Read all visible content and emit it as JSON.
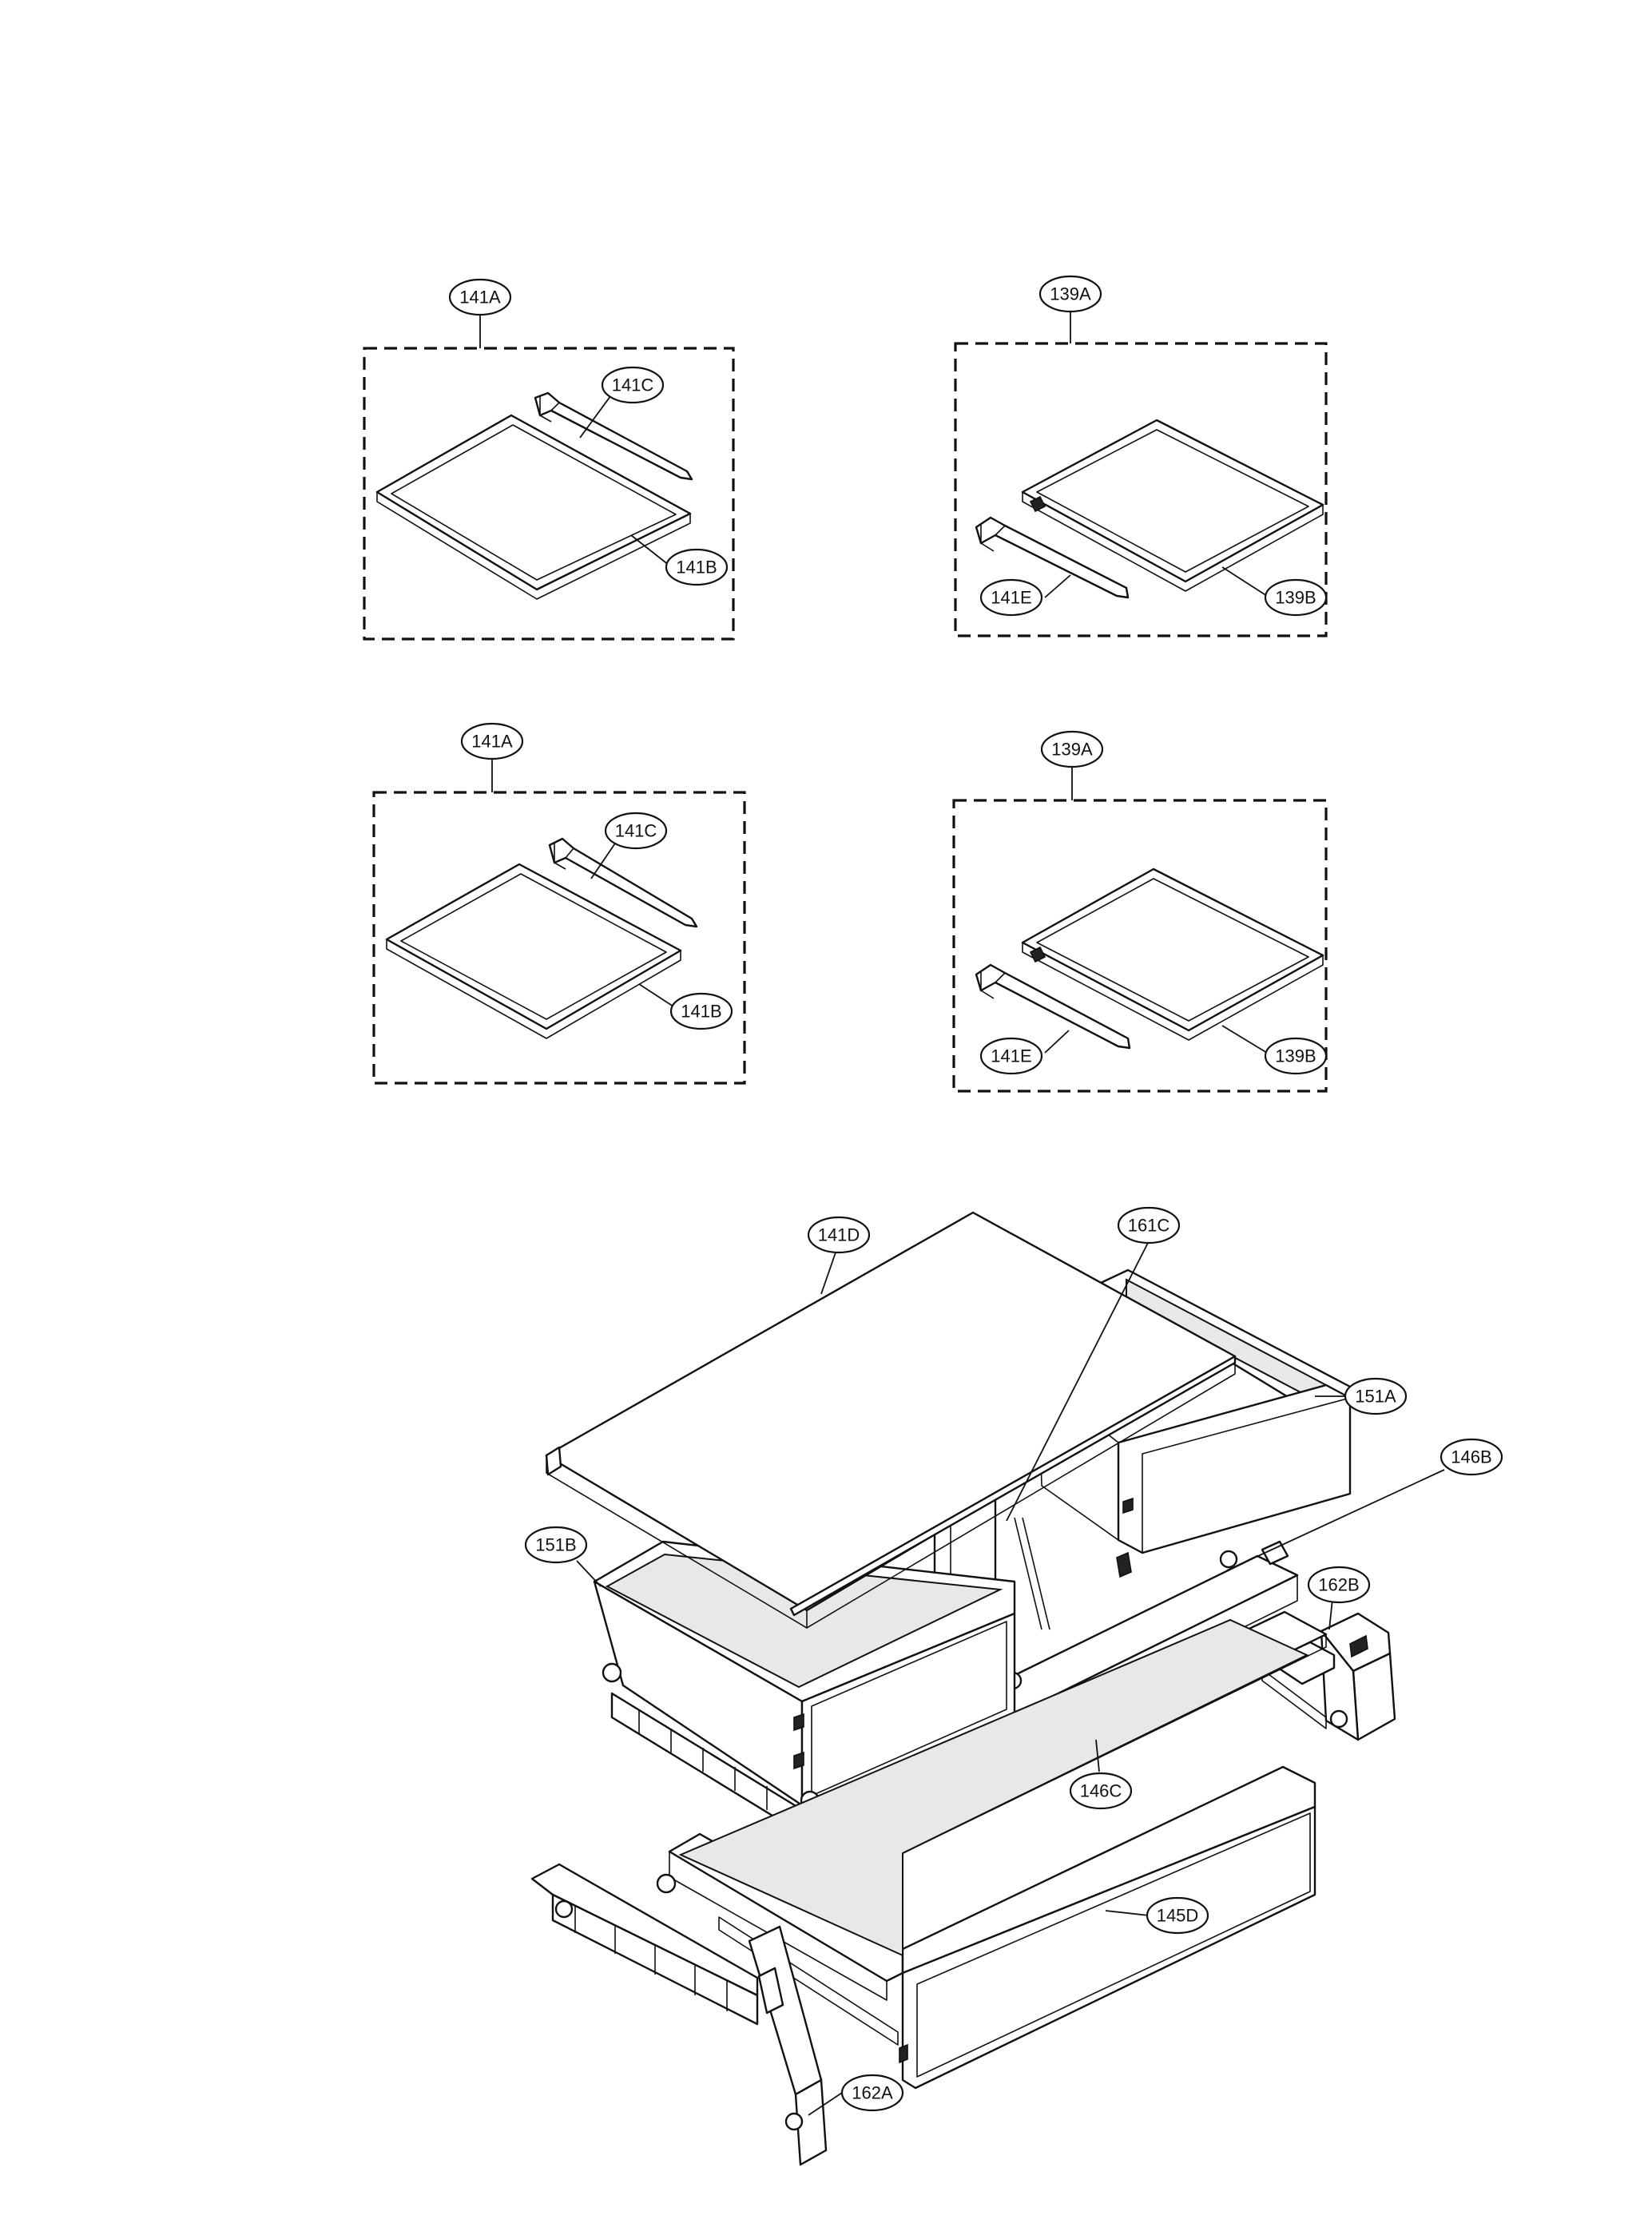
{
  "labels": {
    "g1_assembly": "141A",
    "g1_bracket": "141C",
    "g1_shelf": "141B",
    "g2_assembly": "139A",
    "g2_bracket": "141E",
    "g2_shelf": "139B",
    "g3_assembly": "141A",
    "g3_bracket": "141C",
    "g3_shelf": "141B",
    "g4_assembly": "139A",
    "g4_bracket": "141E",
    "g4_shelf": "139B",
    "cover_glass": "141D",
    "divider": "161C",
    "drawer_right": "151A",
    "rail_right": "146B",
    "drawer_left": "151B",
    "cover_right": "162B",
    "rail_center": "146C",
    "drawer_bottom": "145D",
    "cover_left": "162A"
  }
}
